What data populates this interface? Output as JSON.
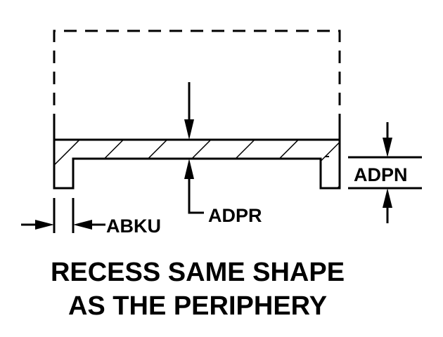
{
  "labels": {
    "abku": "ABKU",
    "adpr": "ADPR",
    "adpn": "ADPN"
  },
  "caption": {
    "line1": "RECESS SAME SHAPE",
    "line2": "AS THE PERIPHERY"
  },
  "colors": {
    "ink": "#000000",
    "background": "#ffffff"
  }
}
